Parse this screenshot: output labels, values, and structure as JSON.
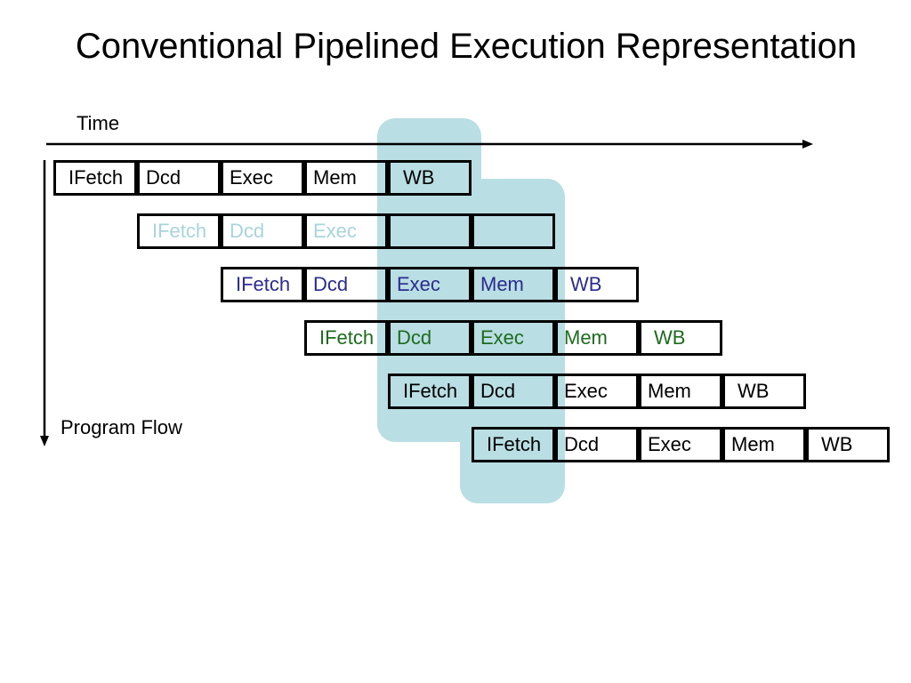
{
  "title": "Conventional Pipelined Execution Representation",
  "time_label": "Time",
  "program_flow_label": "Program Flow",
  "colors": {
    "highlight": "#b9dee3",
    "row_2_text": "#a8d4dc",
    "row_3_text": "#2b2b8f",
    "row_4_text": "#1e6b1e",
    "default_text": "#000000"
  },
  "rows": [
    {
      "color": "#000000",
      "stages": [
        "IFetch",
        "Dcd",
        "Exec",
        "Mem",
        "WB"
      ]
    },
    {
      "color": "#a8d4dc",
      "stages": [
        "IFetch",
        "Dcd",
        "Exec",
        "",
        ""
      ]
    },
    {
      "color": "#2b2b8f",
      "stages": [
        "IFetch",
        "Dcd",
        "Exec",
        "Mem",
        "WB"
      ]
    },
    {
      "color": "#1e6b1e",
      "stages": [
        "IFetch",
        "Dcd",
        "Exec",
        "Mem",
        "WB"
      ]
    },
    {
      "color": "#000000",
      "stages": [
        "IFetch",
        "Dcd",
        "Exec",
        "Mem",
        "WB"
      ]
    },
    {
      "color": "#000000",
      "stages": [
        "IFetch",
        "Dcd",
        "Exec",
        "Mem",
        "WB"
      ]
    }
  ]
}
